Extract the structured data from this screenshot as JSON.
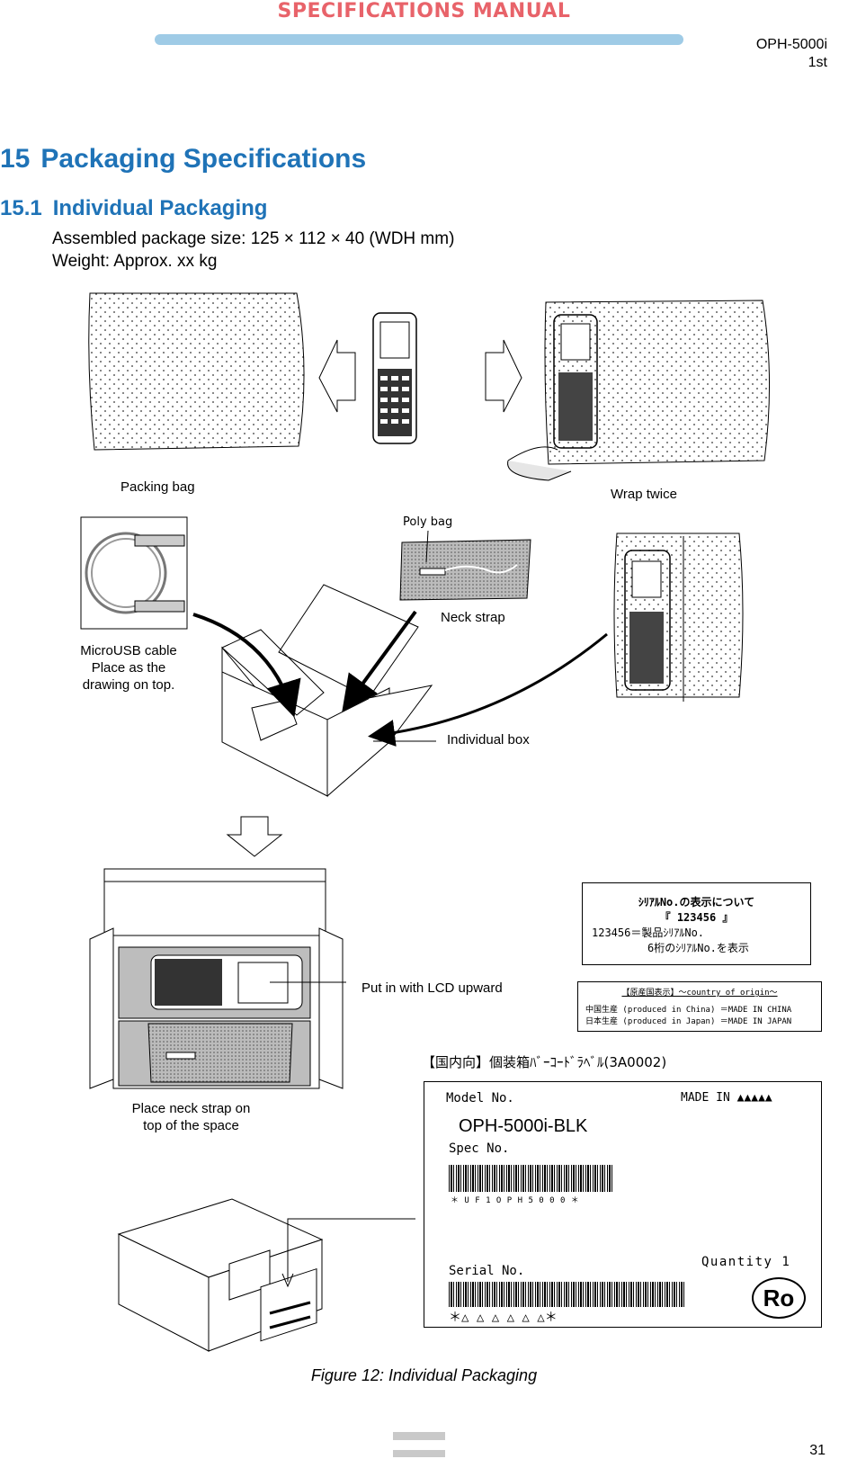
{
  "header": {
    "title": "SPECIFICATIONS MANUAL",
    "model": "OPH-5000i",
    "edition": "1st"
  },
  "section": {
    "number": "15",
    "title": "Packaging Specifications"
  },
  "subsection": {
    "number": "15.1",
    "title": "Individual Packaging"
  },
  "body": {
    "package_size": "Assembled package size: 125 × 112 × 40 (WDH mm)",
    "weight": "Weight: Approx.  xx kg"
  },
  "figure": {
    "labels": {
      "packing_bag": "Packing bag",
      "wrap_twice": "Wrap twice",
      "poly_bag": "Poly bag",
      "neck_strap": "Neck strap",
      "microusb_line1": "MicroUSB cable",
      "microusb_line2": "Place as the",
      "microusb_line3": "drawing on top.",
      "individual_box": "Individual box",
      "put_lcd": "Put in with LCD upward",
      "neck_strap_place_line1": "Place neck strap on",
      "neck_strap_place_line2": "top of the space"
    },
    "serial_note": {
      "line1": "ｼﾘｱﾙNo.の表示について",
      "line2": "『 123456 』",
      "line3": "123456＝製品ｼﾘｱﾙNo.",
      "line4": "6桁のｼﾘｱﾙNo.を表示"
    },
    "origin_note": {
      "title": "【原産国表示】～country of origin～",
      "china": "中国生産 (produced in China) ＝MADE IN CHINA",
      "japan": "日本生産 (produced in Japan) ＝MADE IN JAPAN"
    },
    "barcode_label": {
      "caption": "【国内向】個装箱ﾊﾞｰｺｰﾄﾞﾗﾍﾞﾙ(3A0002)",
      "model_no_label": "Model No.",
      "made_in": "MADE IN ▲▲▲▲▲",
      "model_value": "OPH-5000i-BLK",
      "spec_no_label": "Spec No.",
      "spec_code": "＊ U F 1 O P H 5 0 0 0 ＊",
      "quantity": "Quantity  1",
      "serial_no_label": "Serial No.",
      "serial_code": "＊△ △ △ △ △ △＊",
      "ro_mark": "Ro"
    },
    "caption": "Figure 12: Individual Packaging"
  },
  "page_number": "31"
}
